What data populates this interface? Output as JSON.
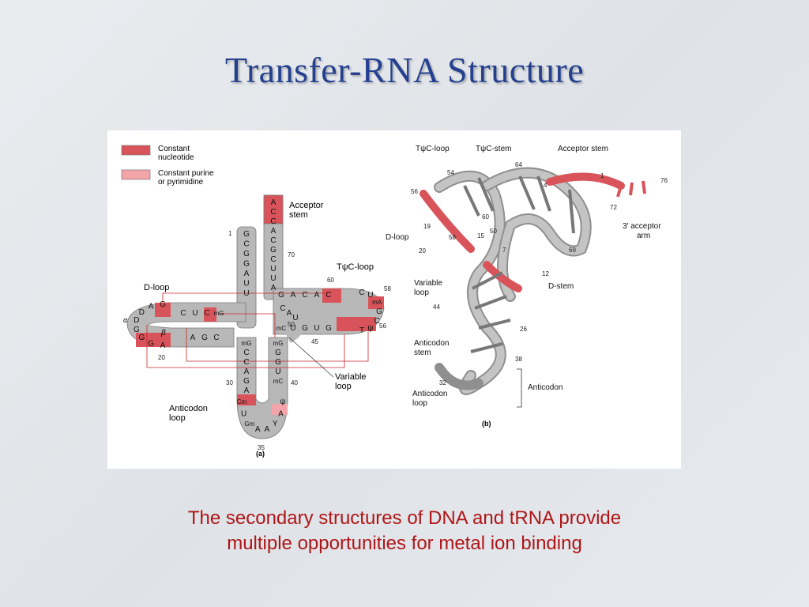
{
  "slide": {
    "title": "Transfer-RNA Structure",
    "caption_line1": "The secondary structures of DNA and tRNA provide",
    "caption_line2": "multiple opportunities for metal ion binding"
  },
  "colors": {
    "title": "#24408f",
    "caption": "#b01517",
    "constant_nucleotide": "#d9545a",
    "constant_purine_pyrimidine": "#f3a4a8",
    "backbone": "#b8b8b8"
  },
  "panel_a": {
    "label": "(a)",
    "legend": [
      {
        "line1": "Constant",
        "line2": "nucleotide"
      },
      {
        "line1": "Constant purine",
        "line2": "or pyrimidine"
      }
    ],
    "labels": {
      "acceptor_1": "Acceptor",
      "acceptor_2": "stem",
      "tpsic_loop": "TψC-loop",
      "d_loop": "D-loop",
      "anticodon_1": "Anticodon",
      "anticodon_2": "loop",
      "variable_1": "Variable",
      "variable_2": "loop",
      "beta": "β",
      "alpha": "α"
    },
    "positions": {
      "n1": "1",
      "n70": "70",
      "n60": "60",
      "n58": "58",
      "n56": "56",
      "n50": "50",
      "n45": "45",
      "n40": "40",
      "n35": "35",
      "n30": "30",
      "n20": "20"
    },
    "acceptor_5p": [
      "G",
      "C",
      "G",
      "G",
      "A",
      "U",
      "U"
    ],
    "acceptor_3p": [
      "A",
      "C",
      "C",
      "A",
      "C",
      "G",
      "C",
      "U",
      "U",
      "A"
    ],
    "t_stem_top": [
      "G",
      "A",
      "C",
      "A",
      "C"
    ],
    "t_loop": [
      "C",
      "U",
      "mA",
      "G",
      "C",
      "ψ",
      "T"
    ],
    "t_stem_bottom": [
      "mC",
      "U",
      "G",
      "U",
      "G"
    ],
    "d_stem_top": [
      "C",
      "U",
      "C",
      "mG"
    ],
    "d_stem_bottom": [
      "A",
      "G",
      "C"
    ],
    "d_loop": [
      "G",
      "A",
      "D",
      "D",
      "G",
      "G",
      "G",
      "A"
    ],
    "ac_stem_left": [
      "mG",
      "C",
      "C",
      "A",
      "G",
      "A"
    ],
    "ac_stem_right": [
      "mG",
      "G",
      "G",
      "U",
      "mC"
    ],
    "ac_loop": [
      "Cm",
      "U",
      "Gm",
      "A",
      "A",
      "Y",
      "A",
      "ψ"
    ],
    "variable": [
      "U",
      "A",
      "C"
    ]
  },
  "panel_b": {
    "label": "(b)",
    "labels": {
      "tpsic_loop": "TψC-loop",
      "tpsic_stem": "TψC-stem",
      "acceptor_stem": "Acceptor stem",
      "acceptor_arm_1": "3′ acceptor",
      "acceptor_arm_2": "arm",
      "d_loop": "D-loop",
      "d_stem": "D-stem",
      "variable_1": "Variable",
      "variable_2": "loop",
      "anticodon_stem_1": "Anticodon",
      "anticodon_stem_2": "stem",
      "anticodon": "Anticodon",
      "anticodon_loop_1": "Anticodon",
      "anticodon_loop_2": "loop"
    },
    "positions": {
      "n54": "54",
      "n64": "64",
      "n1": "1",
      "n76": "76",
      "n56": "56",
      "n4": "4",
      "n60": "60",
      "n19": "19",
      "n15": "15",
      "n58": "58",
      "n50": "50",
      "n72": "72",
      "n20": "20",
      "n7": "7",
      "n69": "69",
      "n12": "12",
      "n44": "44",
      "n26": "26",
      "n38": "38",
      "n32": "32"
    }
  }
}
